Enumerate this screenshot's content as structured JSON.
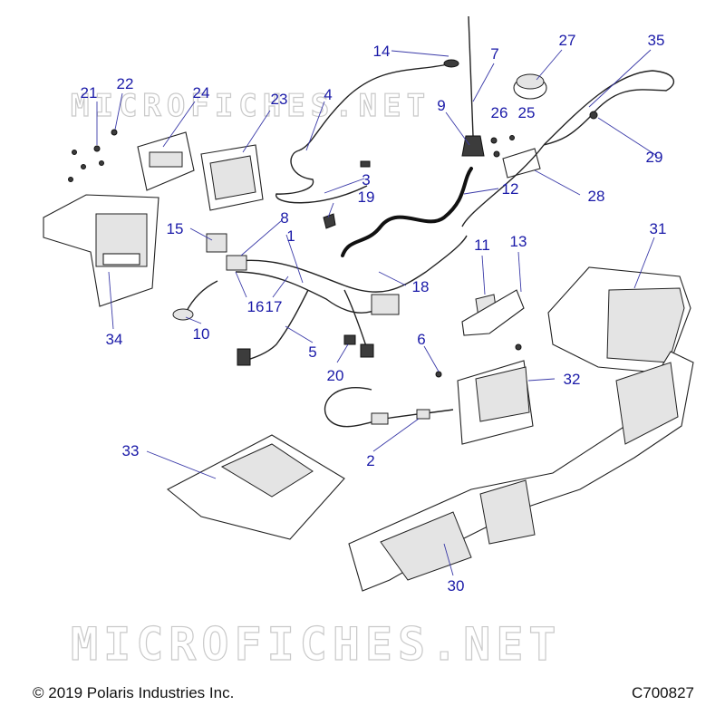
{
  "watermark": "MICROFICHES.NET",
  "footer": {
    "copyright": "© 2019 Polaris Industries Inc.",
    "drawing_id": "C700827"
  },
  "callouts": [
    "1",
    "2",
    "3",
    "4",
    "5",
    "6",
    "7",
    "8",
    "9",
    "10",
    "11",
    "12",
    "13",
    "14",
    "15",
    "16",
    "17",
    "18",
    "19",
    "20",
    "21",
    "22",
    "23",
    "24",
    "25",
    "26",
    "27",
    "28",
    "29",
    "30",
    "31",
    "32",
    "33",
    "34",
    "35"
  ]
}
